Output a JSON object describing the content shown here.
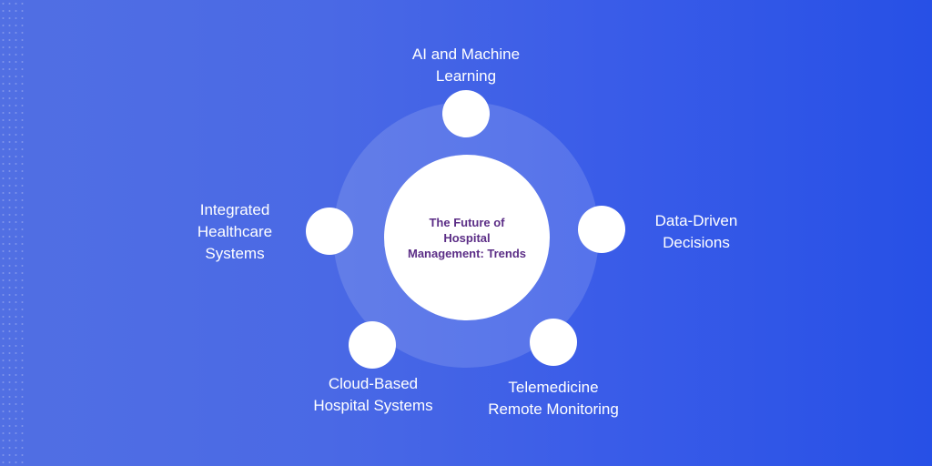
{
  "diagram": {
    "center_title": "The Future of\nHospital\nManagement: Trends",
    "nodes": [
      {
        "label": "AI and Machine\nLearning"
      },
      {
        "label": "Data-Driven\nDecisions"
      },
      {
        "label": "Telemedicine\nRemote Monitoring"
      },
      {
        "label": "Cloud-Based\nHospital Systems"
      },
      {
        "label": "Integrated\nHealthcare\nSystems"
      }
    ]
  },
  "colors": {
    "background_left": "#516fe3",
    "background_right": "#2750e6",
    "center_text": "#5b2d86",
    "node_fill": "#ffffff"
  }
}
